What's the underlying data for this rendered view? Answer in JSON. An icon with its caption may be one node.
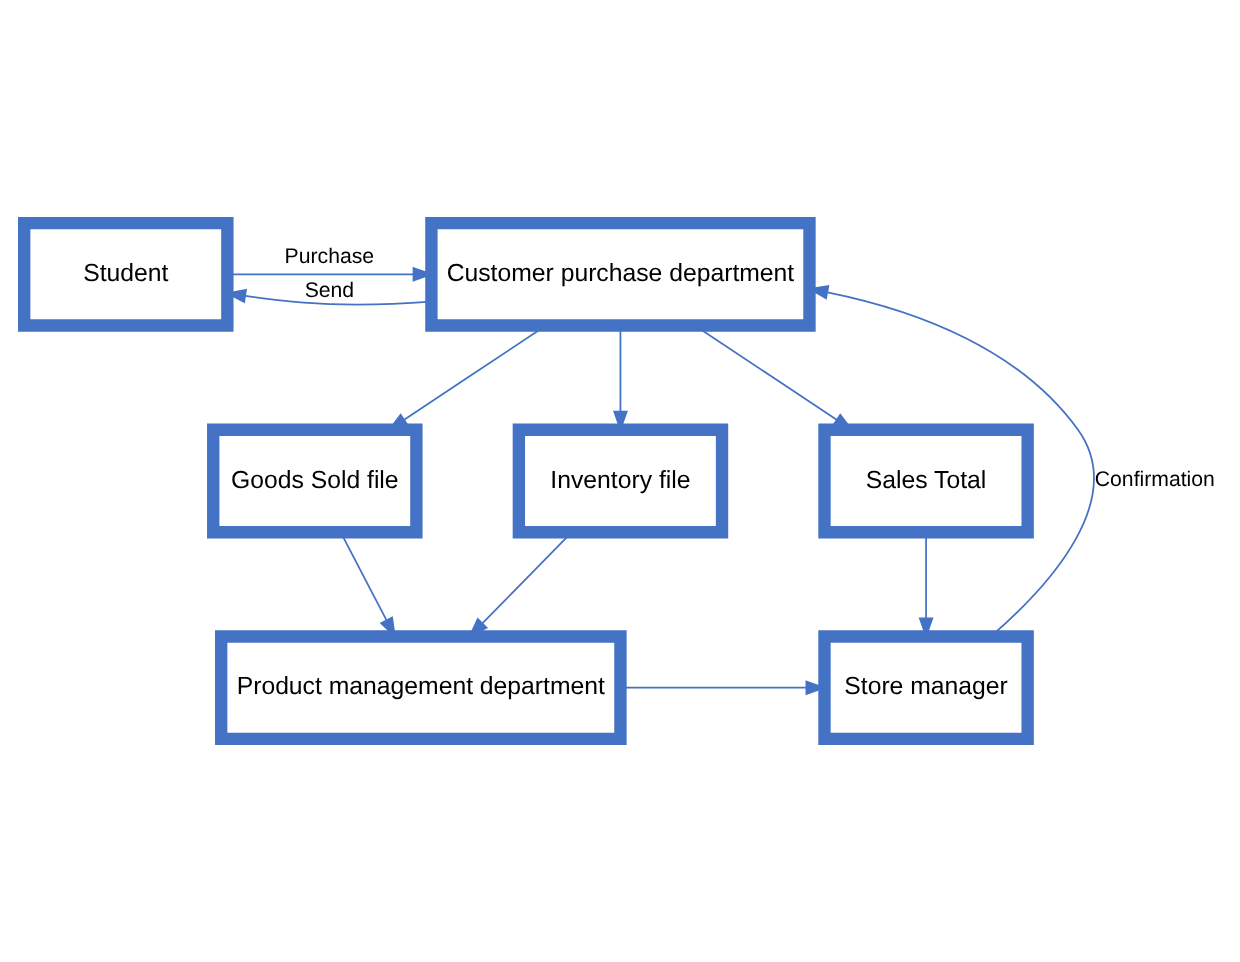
{
  "diagram": {
    "nodes": [
      {
        "text": [
          "Student"
        ]
      },
      {
        "text": [
          "Customer purchase department"
        ]
      },
      {
        "text": [
          "Goods Sold file"
        ]
      },
      {
        "text": [
          "Inventory file"
        ]
      },
      {
        "text": [
          "Sales Total"
        ]
      },
      {
        "text": [
          "Product management department"
        ]
      },
      {
        "text": [
          "Store manager"
        ]
      }
    ],
    "edges": [
      {
        "from": 0,
        "to": 1,
        "arrow": "to",
        "label": "Purchase"
      },
      {
        "from": 1,
        "to": 0,
        "arrow": "to",
        "label": "Send"
      },
      {
        "from": 1,
        "to": 2,
        "arrow": "to"
      },
      {
        "from": 1,
        "to": 3,
        "arrow": "to"
      },
      {
        "from": 1,
        "to": 4,
        "arrow": "to"
      },
      {
        "from": 2,
        "to": 5,
        "arrow": "to"
      },
      {
        "from": 3,
        "to": 5,
        "arrow": "to"
      },
      {
        "from": 4,
        "to": 6,
        "arrow": "to"
      },
      {
        "from": 5,
        "to": 6,
        "arrow": "to"
      },
      {
        "from": 6,
        "to": 1,
        "arrow": "to",
        "label": "Confirmation"
      }
    ]
  }
}
